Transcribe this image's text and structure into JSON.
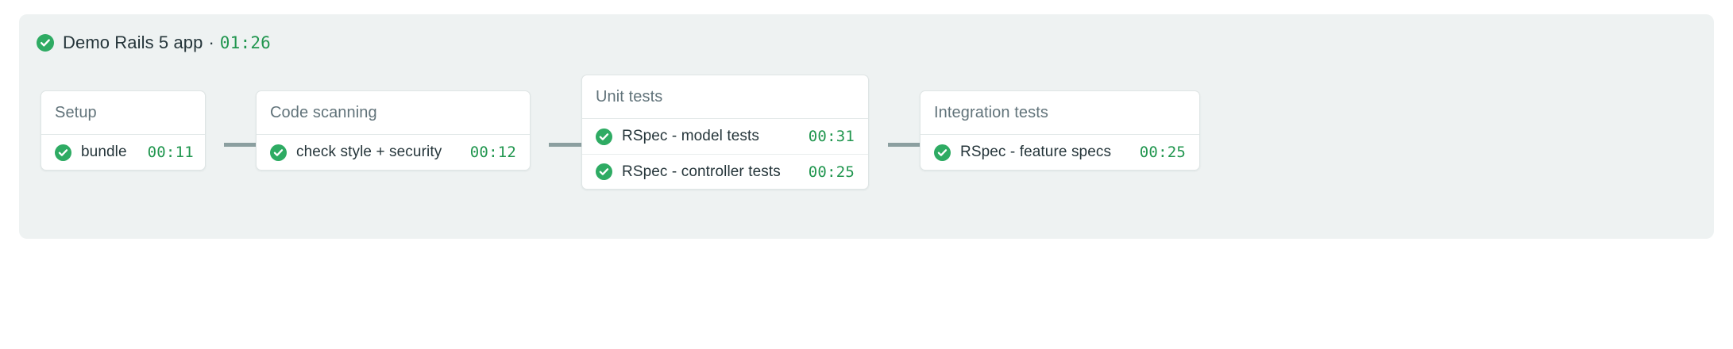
{
  "pipeline": {
    "status_icon": "check-circle-icon",
    "title": "Demo Rails 5 app",
    "separator": "·",
    "duration": "01:26",
    "accent_green": "#2eab63",
    "duration_green": "#21964f",
    "panel_background": "#eef2f2",
    "connector_color": "#8b9fa0",
    "card_background": "#ffffff",
    "card_border": "#dfe5e5",
    "stage_name_color": "#61737a",
    "job_name_color": "#25353a"
  },
  "stages": [
    {
      "name": "Setup",
      "jobs": [
        {
          "status_icon": "check-circle-icon",
          "name": "bundle",
          "duration": "00:11"
        }
      ]
    },
    {
      "name": "Code scanning",
      "jobs": [
        {
          "status_icon": "check-circle-icon",
          "name": "check style + security",
          "duration": "00:12"
        }
      ]
    },
    {
      "name": "Unit tests",
      "jobs": [
        {
          "status_icon": "check-circle-icon",
          "name": "RSpec - model tests",
          "duration": "00:31"
        },
        {
          "status_icon": "check-circle-icon",
          "name": "RSpec - controller tests",
          "duration": "00:25"
        }
      ]
    },
    {
      "name": "Integration tests",
      "jobs": [
        {
          "status_icon": "check-circle-icon",
          "name": "RSpec - feature specs",
          "duration": "00:25"
        }
      ]
    }
  ]
}
